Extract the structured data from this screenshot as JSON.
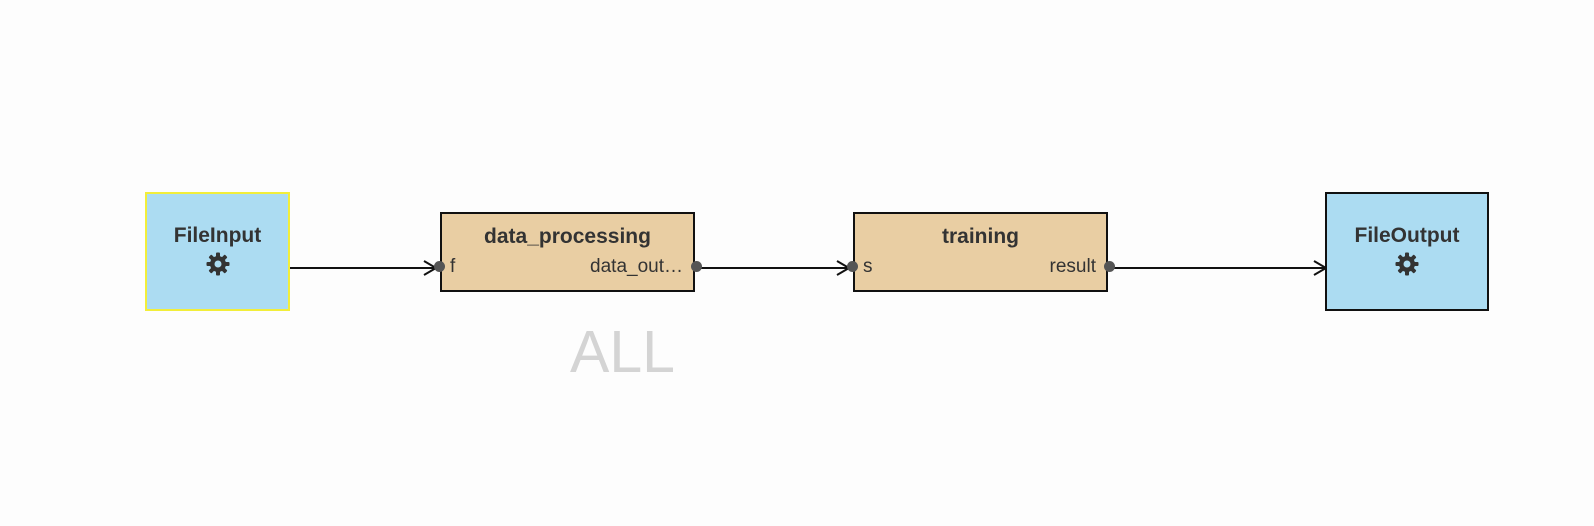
{
  "nodes": {
    "file_input": {
      "title": "FileInput",
      "icon": "gear-icon",
      "color": "#acdcf2",
      "selected_border": "#f2ee3a"
    },
    "data_processing": {
      "title": "data_processing",
      "input_port": "f",
      "output_port": "data_out…",
      "color": "#e9cea3"
    },
    "training": {
      "title": "training",
      "input_port": "s",
      "output_port": "result",
      "color": "#e9cea3"
    },
    "file_output": {
      "title": "FileOutput",
      "icon": "gear-icon",
      "color": "#acdcf2"
    }
  },
  "group_label": "ALL"
}
